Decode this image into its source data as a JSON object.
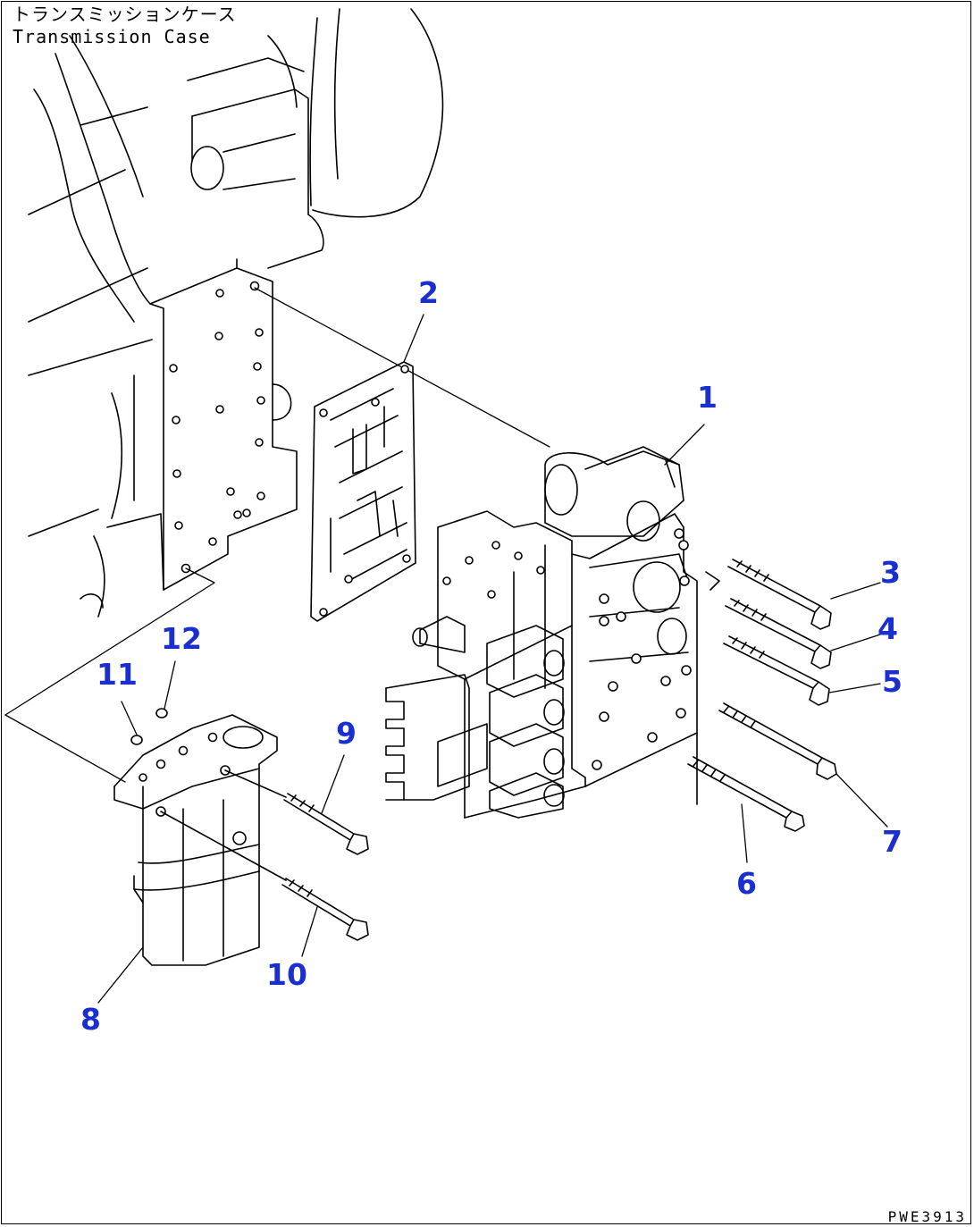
{
  "labels": {
    "case_jp": "トランスミッションケース",
    "case_en": "Transmission Case",
    "drawing_code": "PWE3913"
  },
  "colors": {
    "callout": "#1a2fd0",
    "line": "#000000"
  },
  "callouts": [
    {
      "id": "1",
      "text": "1"
    },
    {
      "id": "2",
      "text": "2"
    },
    {
      "id": "3",
      "text": "3"
    },
    {
      "id": "4",
      "text": "4"
    },
    {
      "id": "5",
      "text": "5"
    },
    {
      "id": "6",
      "text": "6"
    },
    {
      "id": "7",
      "text": "7"
    },
    {
      "id": "8",
      "text": "8"
    },
    {
      "id": "9",
      "text": "9"
    },
    {
      "id": "10",
      "text": "10"
    },
    {
      "id": "11",
      "text": "11"
    },
    {
      "id": "12",
      "text": "12"
    }
  ]
}
